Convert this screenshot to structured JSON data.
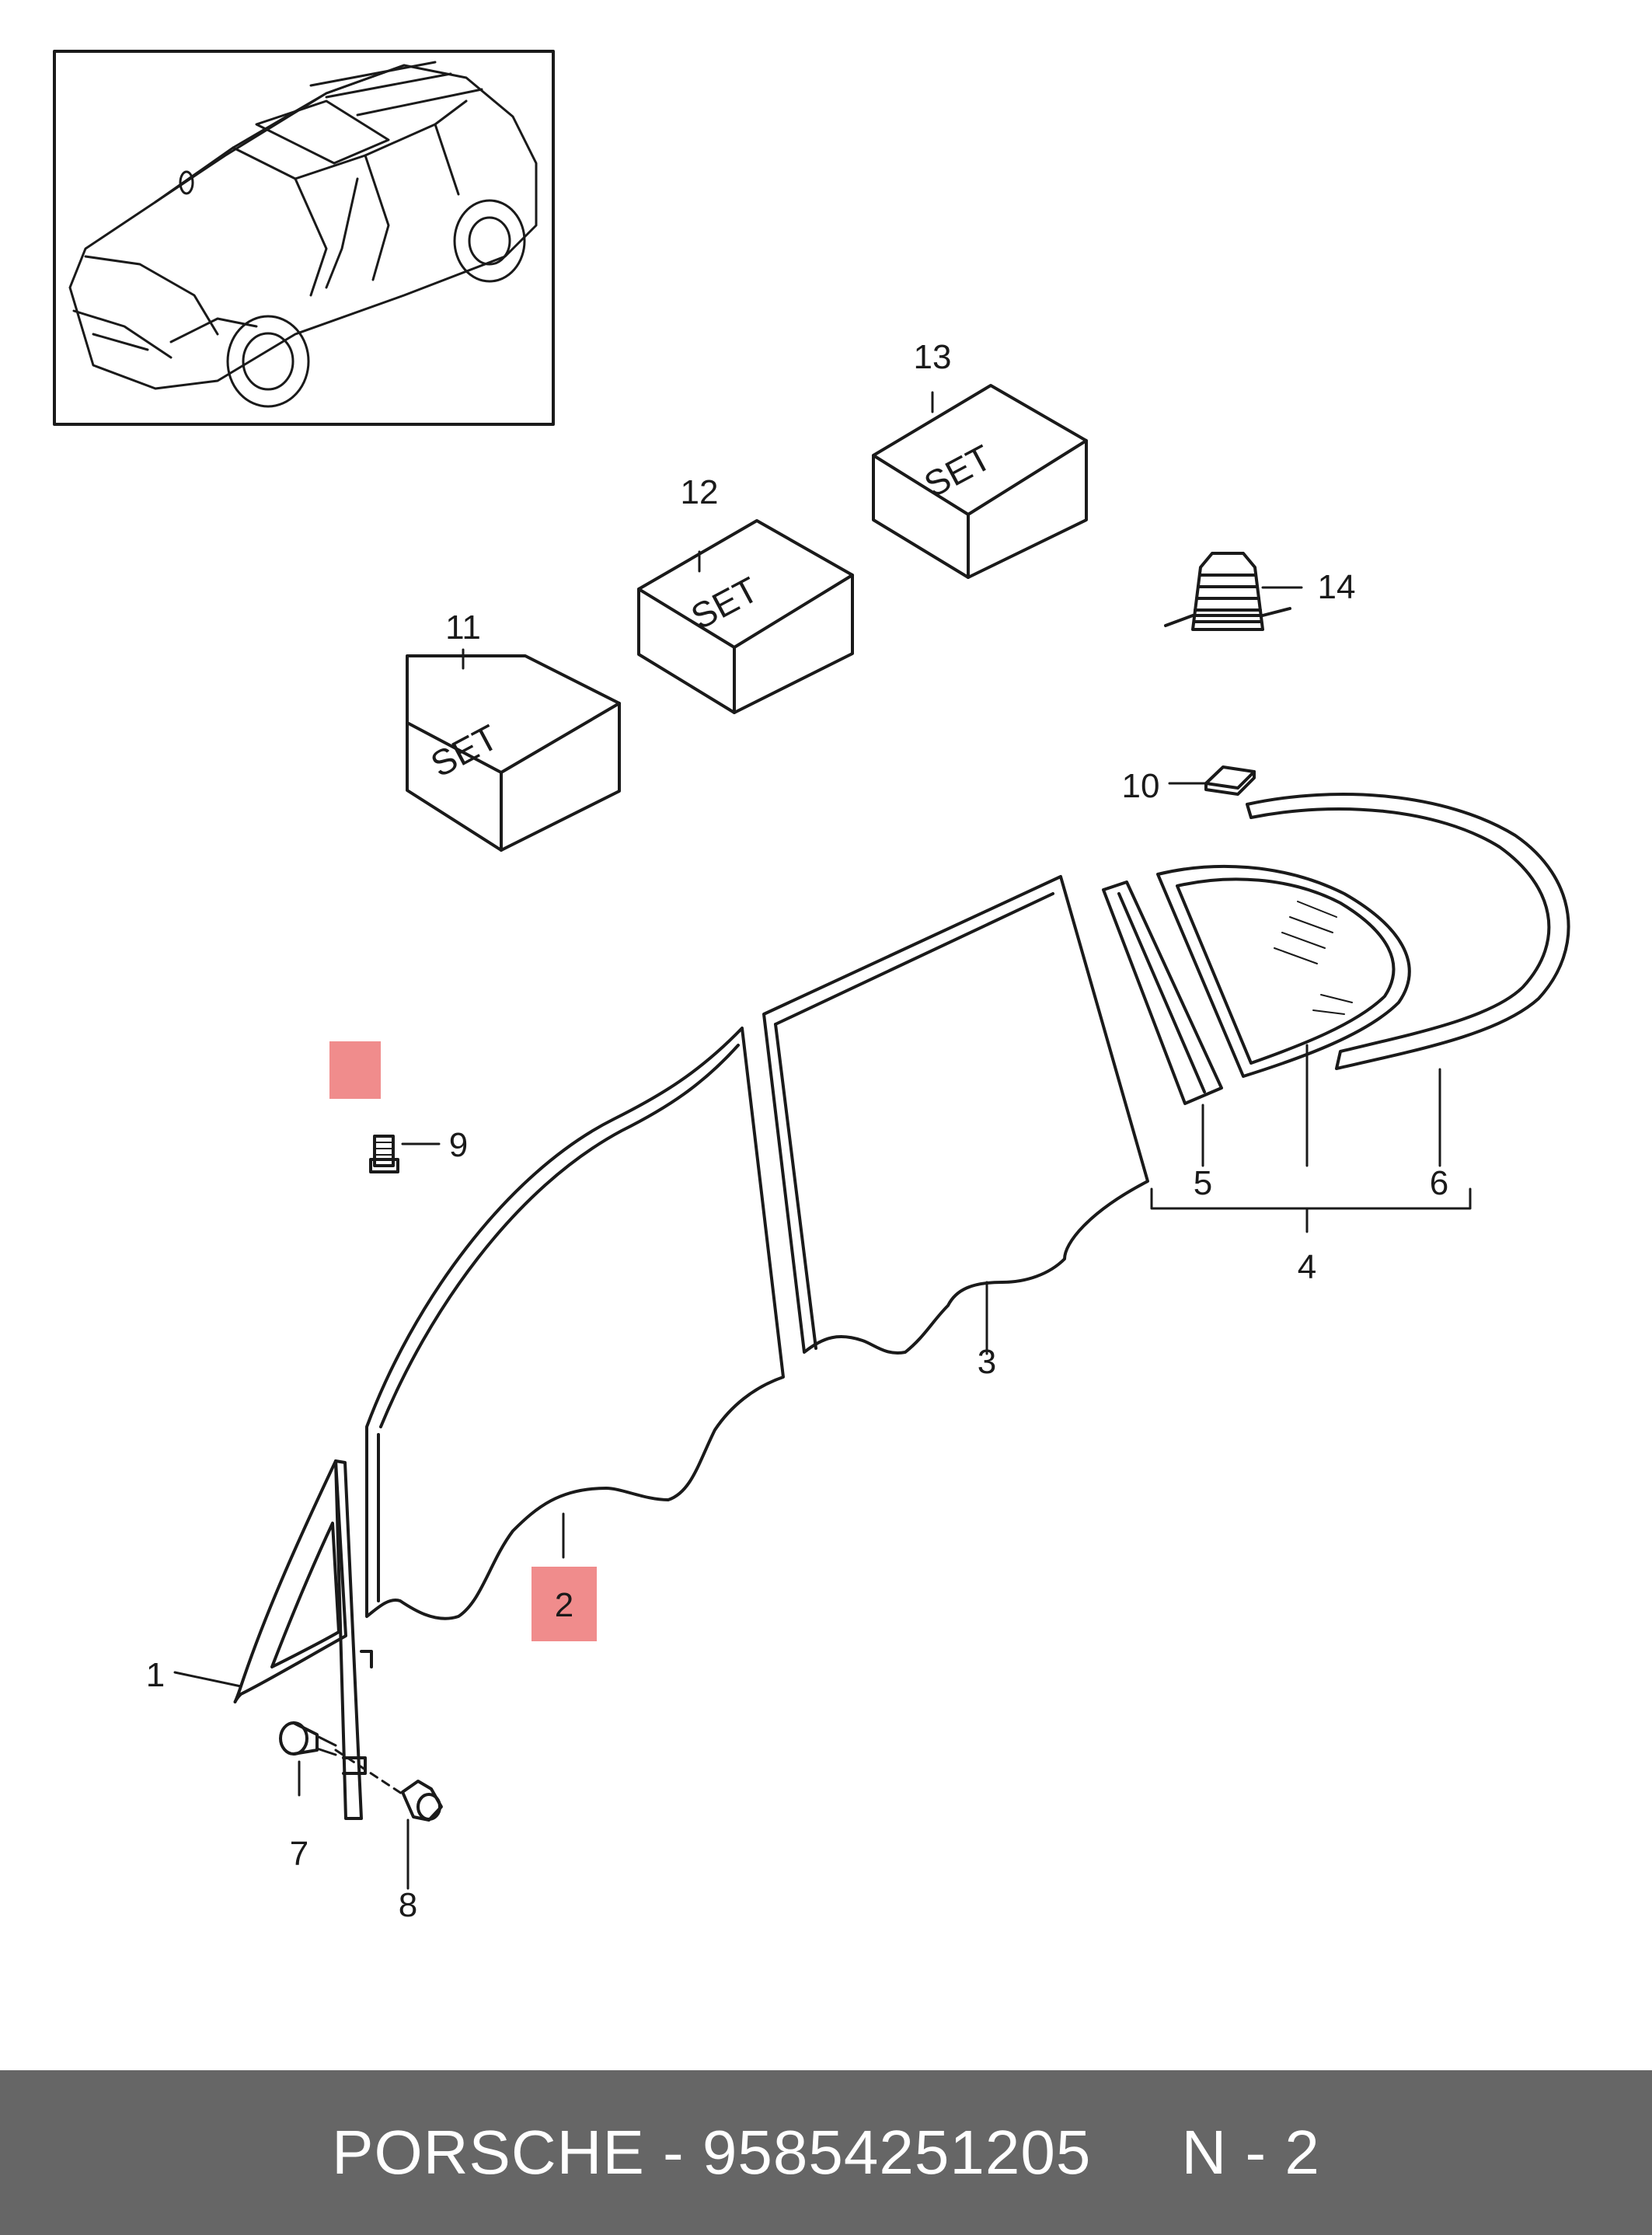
{
  "diagram": {
    "callouts": {
      "c1": "1",
      "c2": "2",
      "c3": "3",
      "c4": "4",
      "c5": "5",
      "c6": "6",
      "c7": "7",
      "c8": "8",
      "c9": "9",
      "c10": "10",
      "c11": "11",
      "c12": "12",
      "c13": "13",
      "c14": "14"
    },
    "set_label": "SET",
    "highlight_color": "#f08c8c",
    "line_color": "#1a1a1a"
  },
  "footer": {
    "brand": "PORSCHE",
    "separator": "-",
    "part_number": "95854251205",
    "position": "N - 2",
    "background": "#666666"
  }
}
